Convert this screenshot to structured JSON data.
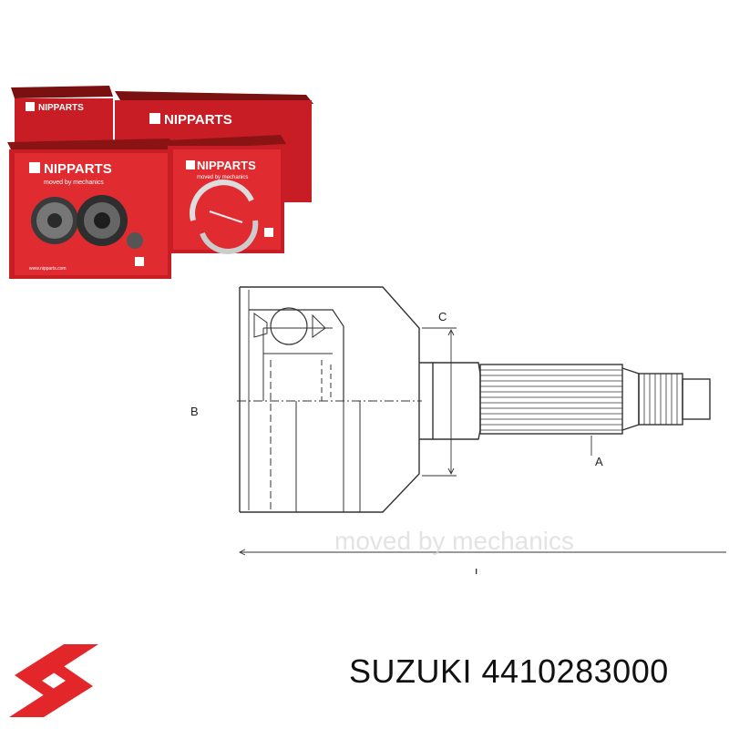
{
  "boxes": {
    "brand": "NIPPARTS",
    "tagline": "moved by mechanics",
    "url": "www.nipparts.com"
  },
  "drawing": {
    "label_b": "B",
    "label_c": "C",
    "label_a": "A",
    "label_l": "L",
    "watermark": "moved by mechanics"
  },
  "product": {
    "brand": "SUZUKI",
    "part_number": "4410283000",
    "brand_color": "#e3262a"
  }
}
